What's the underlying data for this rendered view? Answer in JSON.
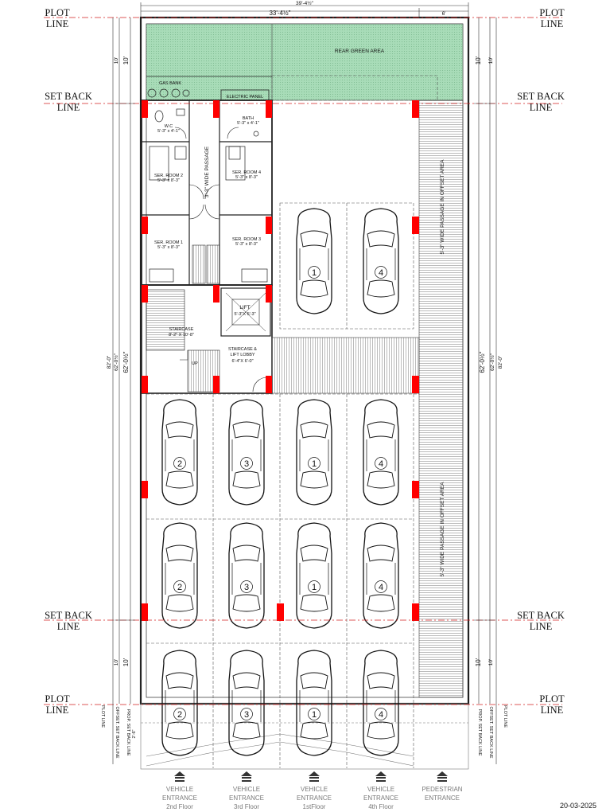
{
  "plot_line": [
    "PLOT",
    "LINE"
  ],
  "setback_line": [
    "SET BACK",
    "LINE"
  ],
  "dims": {
    "top_total": "39'-4½\"",
    "top_left": "33'-4½\"",
    "top_right": "6'",
    "side_depth": "62'-0½\"",
    "side_depth_outer": "62'-0½\"",
    "side_total": "82'-0\"",
    "setback_10": "10'",
    "front_small": "2'-6\""
  },
  "rooms": {
    "rear_green": "REAR GREEN AREA",
    "gas_bank": "GAS BANK",
    "electric_panel": "ELECTRIC PANEL",
    "wc": {
      "name": "W.C",
      "size": "5'-3\" x 4'-1\""
    },
    "bath": {
      "name": "BATH",
      "size": "5'-3\" x 4'-1\""
    },
    "ser_room_2": {
      "name": "SER. ROOM 2",
      "size": "5'-3\" x 8'-3\""
    },
    "ser_room_4": {
      "name": "SER. ROOM 4",
      "size": "5'-3\" x 8'-3\""
    },
    "ser_room_1": {
      "name": "SER. ROOM 1",
      "size": "5'-3\" x 8'-3\""
    },
    "ser_room_3": {
      "name": "SER. ROOM 3",
      "size": "5'-3\" x 8'-3\""
    },
    "passage": "3'-3\" WIDE PASSAGE",
    "lift": {
      "name": "LIFT",
      "size": "5'-3\"X 5'-3\""
    },
    "staircase": {
      "name": "STAIRCASE",
      "size": "8'-2\" X 10'-8\""
    },
    "up": "UP",
    "lobby": {
      "name": "STAIRCASE &",
      "name2": "LIFT LOBBY",
      "size": "6'-4\"X 6'-0\""
    },
    "offset_passage": "5'-3\" WIDE PASSAGE IN OFFSET AREA"
  },
  "offset_lines": {
    "offset_left": "OFFSET. SET BACK LINE",
    "prop_left": "PROP. SET BACK LINE",
    "plot_left": "PLOT LINE",
    "prop_right": "PROP. SET BACK LINE",
    "offset_right": "OFFSET. SET BACK LINE",
    "plot_right": "PLOT LINE"
  },
  "cars": [
    {
      "num": "1"
    },
    {
      "num": "4"
    },
    {
      "num": "2"
    },
    {
      "num": "3"
    },
    {
      "num": "1"
    },
    {
      "num": "4"
    },
    {
      "num": "2"
    },
    {
      "num": "3"
    },
    {
      "num": "1"
    },
    {
      "num": "4"
    },
    {
      "num": "2"
    },
    {
      "num": "3"
    },
    {
      "num": "1"
    },
    {
      "num": "4"
    }
  ],
  "entrances": [
    {
      "line1": "VEHICLE",
      "line2": "ENTRANCE",
      "line3": "2nd Floor"
    },
    {
      "line1": "VEHICLE",
      "line2": "ENTRANCE",
      "line3": "3rd Floor"
    },
    {
      "line1": "VEHICLE",
      "line2": "ENTRANCE",
      "line3": "1stFloor"
    },
    {
      "line1": "VEHICLE",
      "line2": "ENTRANCE",
      "line3": "4th Floor"
    },
    {
      "line1": "PEDESTRIAN",
      "line2": "ENTRANCE",
      "line3": ""
    }
  ],
  "date": "20-03-2025",
  "colors": {
    "column": "#ff0000",
    "green": "#9fd8b0",
    "line": "#222222",
    "dashed": "#d42020"
  }
}
